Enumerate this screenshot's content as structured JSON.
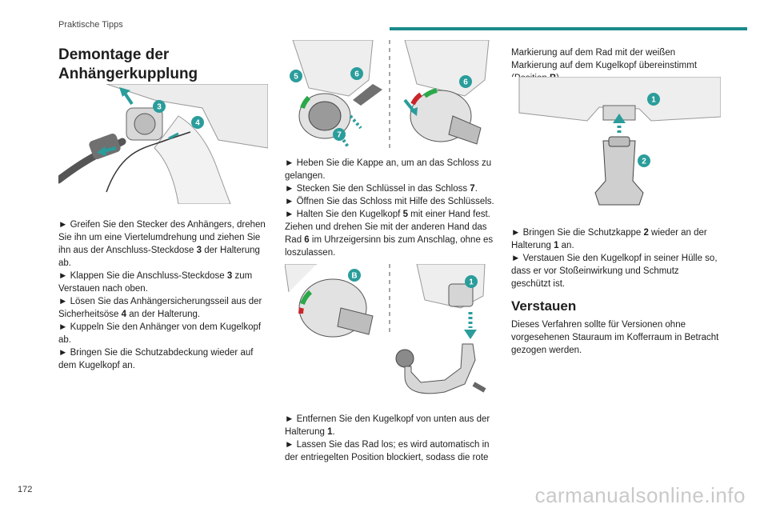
{
  "header": {
    "title": "Praktische Tipps"
  },
  "footer": {
    "page_number": "172",
    "watermark": "carmanualsonline.info"
  },
  "section1": {
    "title_line1": "Demontage der",
    "title_line2": "Anhängerkupplung",
    "steps": [
      [
        "► Greifen Sie den Stecker des Anhängers, drehen Sie ihn um eine Viertelumdrehung und ziehen Sie ihn aus der Anschluss-Steckdose ",
        "3",
        " der Halterung ab."
      ],
      [
        "► Klappen Sie die Anschluss-Steckdose ",
        "3",
        " zum Verstauen nach oben."
      ],
      [
        "► Lösen Sie das Anhängersicherungsseil aus der Sicherheitsöse ",
        "4",
        " an der Halterung."
      ],
      [
        "► Kuppeln Sie den Anhänger von dem Kugelkopf ab."
      ],
      [
        "► Bringen Sie die Schutzabdeckung wieder auf dem Kugelkopf an."
      ]
    ]
  },
  "section2": {
    "steps_a": [
      [
        "► Heben Sie die Kappe an, um an das Schloss zu gelangen."
      ],
      [
        "► Stecken Sie den Schlüssel in das Schloss ",
        "7",
        "."
      ],
      [
        "► Öffnen Sie das Schloss mit Hilfe des Schlüssels."
      ],
      [
        "► Halten Sie den Kugelkopf ",
        "5",
        " mit einer Hand fest."
      ],
      [
        "Ziehen und drehen Sie mit der anderen Hand das Rad ",
        "6",
        " im Uhrzeigersinn bis zum Anschlag, ohne es loszulassen."
      ]
    ],
    "steps_b": [
      [
        "► Entfernen Sie den Kugelkopf von unten aus der Halterung ",
        "1",
        "."
      ],
      [
        "► Lassen Sie das Rad los; es wird automatisch in der entriegelten Position blockiert, sodass die rote"
      ]
    ]
  },
  "section3": {
    "intro": [
      "Markierung auf dem Rad mit der weißen Markierung auf dem Kugelkopf übereinstimmt (Position ",
      "B",
      ")."
    ],
    "steps": [
      [
        "► Bringen Sie die Schutzkappe ",
        "2",
        " wieder an der Halterung ",
        "1",
        " an."
      ],
      [
        "► Verstauen Sie den Kugelkopf in seiner Hülle so, dass er vor Stoßeinwirkung und Schmutz geschützt ist."
      ]
    ],
    "subtitle": "Verstauen",
    "subtitle_body": "Dieses Verfahren sollte für Versionen ohne vorgesehenen Stauraum im Kofferraum in Betracht gezogen werden."
  },
  "figure_labels": {
    "fig1": [
      "3",
      "4"
    ],
    "fig2": [
      "5",
      "6",
      "7",
      "6"
    ],
    "fig3": [
      "B",
      "1"
    ],
    "fig4": [
      "1",
      "2"
    ]
  },
  "colors": {
    "accent": "#1a8a8a",
    "badge": "#2a9d9b",
    "arrow": "#2a9d9b",
    "text": "#1e1e1e"
  }
}
